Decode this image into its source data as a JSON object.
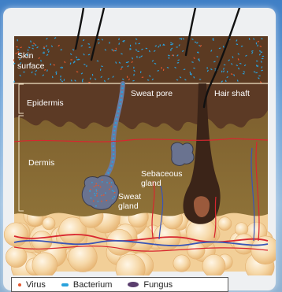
{
  "labels": {
    "skin_surface": [
      "Skin",
      "surface"
    ],
    "epidermis": "Epidermis",
    "sweat_pore": "Sweat pore",
    "hair_shaft": "Hair shaft",
    "dermis": "Dermis",
    "sebaceous_gland": [
      "Sebaceous",
      "gland"
    ],
    "sweat_gland": [
      "Sweat",
      "gland"
    ]
  },
  "legend": [
    {
      "label": "Virus",
      "icon": "virus-dot-icon",
      "color": "#e4572e"
    },
    {
      "label": "Bacterium",
      "icon": "bacterium-rod-icon",
      "color": "#2aa2dc"
    },
    {
      "label": "Fungus",
      "icon": "fungus-oval-icon",
      "color": "#5a3e6e"
    }
  ],
  "colors": {
    "surface": "#5b3a22",
    "epidermis": "#5c3a25",
    "dermis": "#876a33",
    "fat": "#f5d6a6",
    "artery": "#d8262f",
    "vein": "#3a55b5",
    "bacterium": "#2aa2dc",
    "virus": "#e4572e"
  }
}
